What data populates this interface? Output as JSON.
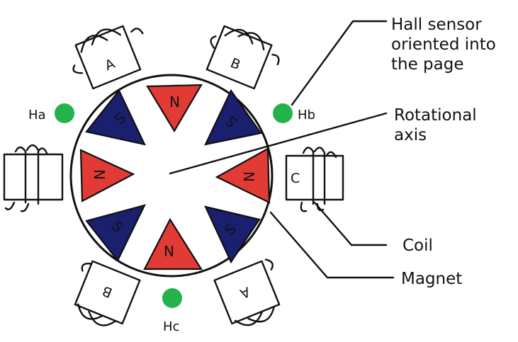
{
  "colors": {
    "north": "#e23b36",
    "south": "#1a1f6e",
    "sensor": "#23b24b",
    "ink": "#111111"
  },
  "labels": {
    "hall_sensor": [
      "Hall sensor",
      "oriented into",
      "the page"
    ],
    "rotational_axis": [
      "Rotational",
      "axis"
    ],
    "coil": "Coil",
    "magnet": "Magnet"
  },
  "sensors": [
    {
      "id": "ha",
      "label": "Ha"
    },
    {
      "id": "hb",
      "label": "Hb"
    },
    {
      "id": "hc",
      "label": "Hc"
    }
  ],
  "coils": [
    {
      "id": "top-left",
      "letter": "A"
    },
    {
      "id": "top-right",
      "letter": "B"
    },
    {
      "id": "left",
      "letter": ""
    },
    {
      "id": "right",
      "letter": "C"
    },
    {
      "id": "bottom-left",
      "letter": "B"
    },
    {
      "id": "bottom-right",
      "letter": "A"
    }
  ],
  "poles": [
    {
      "id": "top",
      "letter": "N"
    },
    {
      "id": "top-right",
      "letter": "S"
    },
    {
      "id": "right",
      "letter": "N"
    },
    {
      "id": "bottom-right",
      "letter": "S"
    },
    {
      "id": "bottom",
      "letter": "N"
    },
    {
      "id": "bottom-left",
      "letter": "S"
    },
    {
      "id": "left",
      "letter": "N"
    },
    {
      "id": "top-left",
      "letter": "S"
    }
  ]
}
